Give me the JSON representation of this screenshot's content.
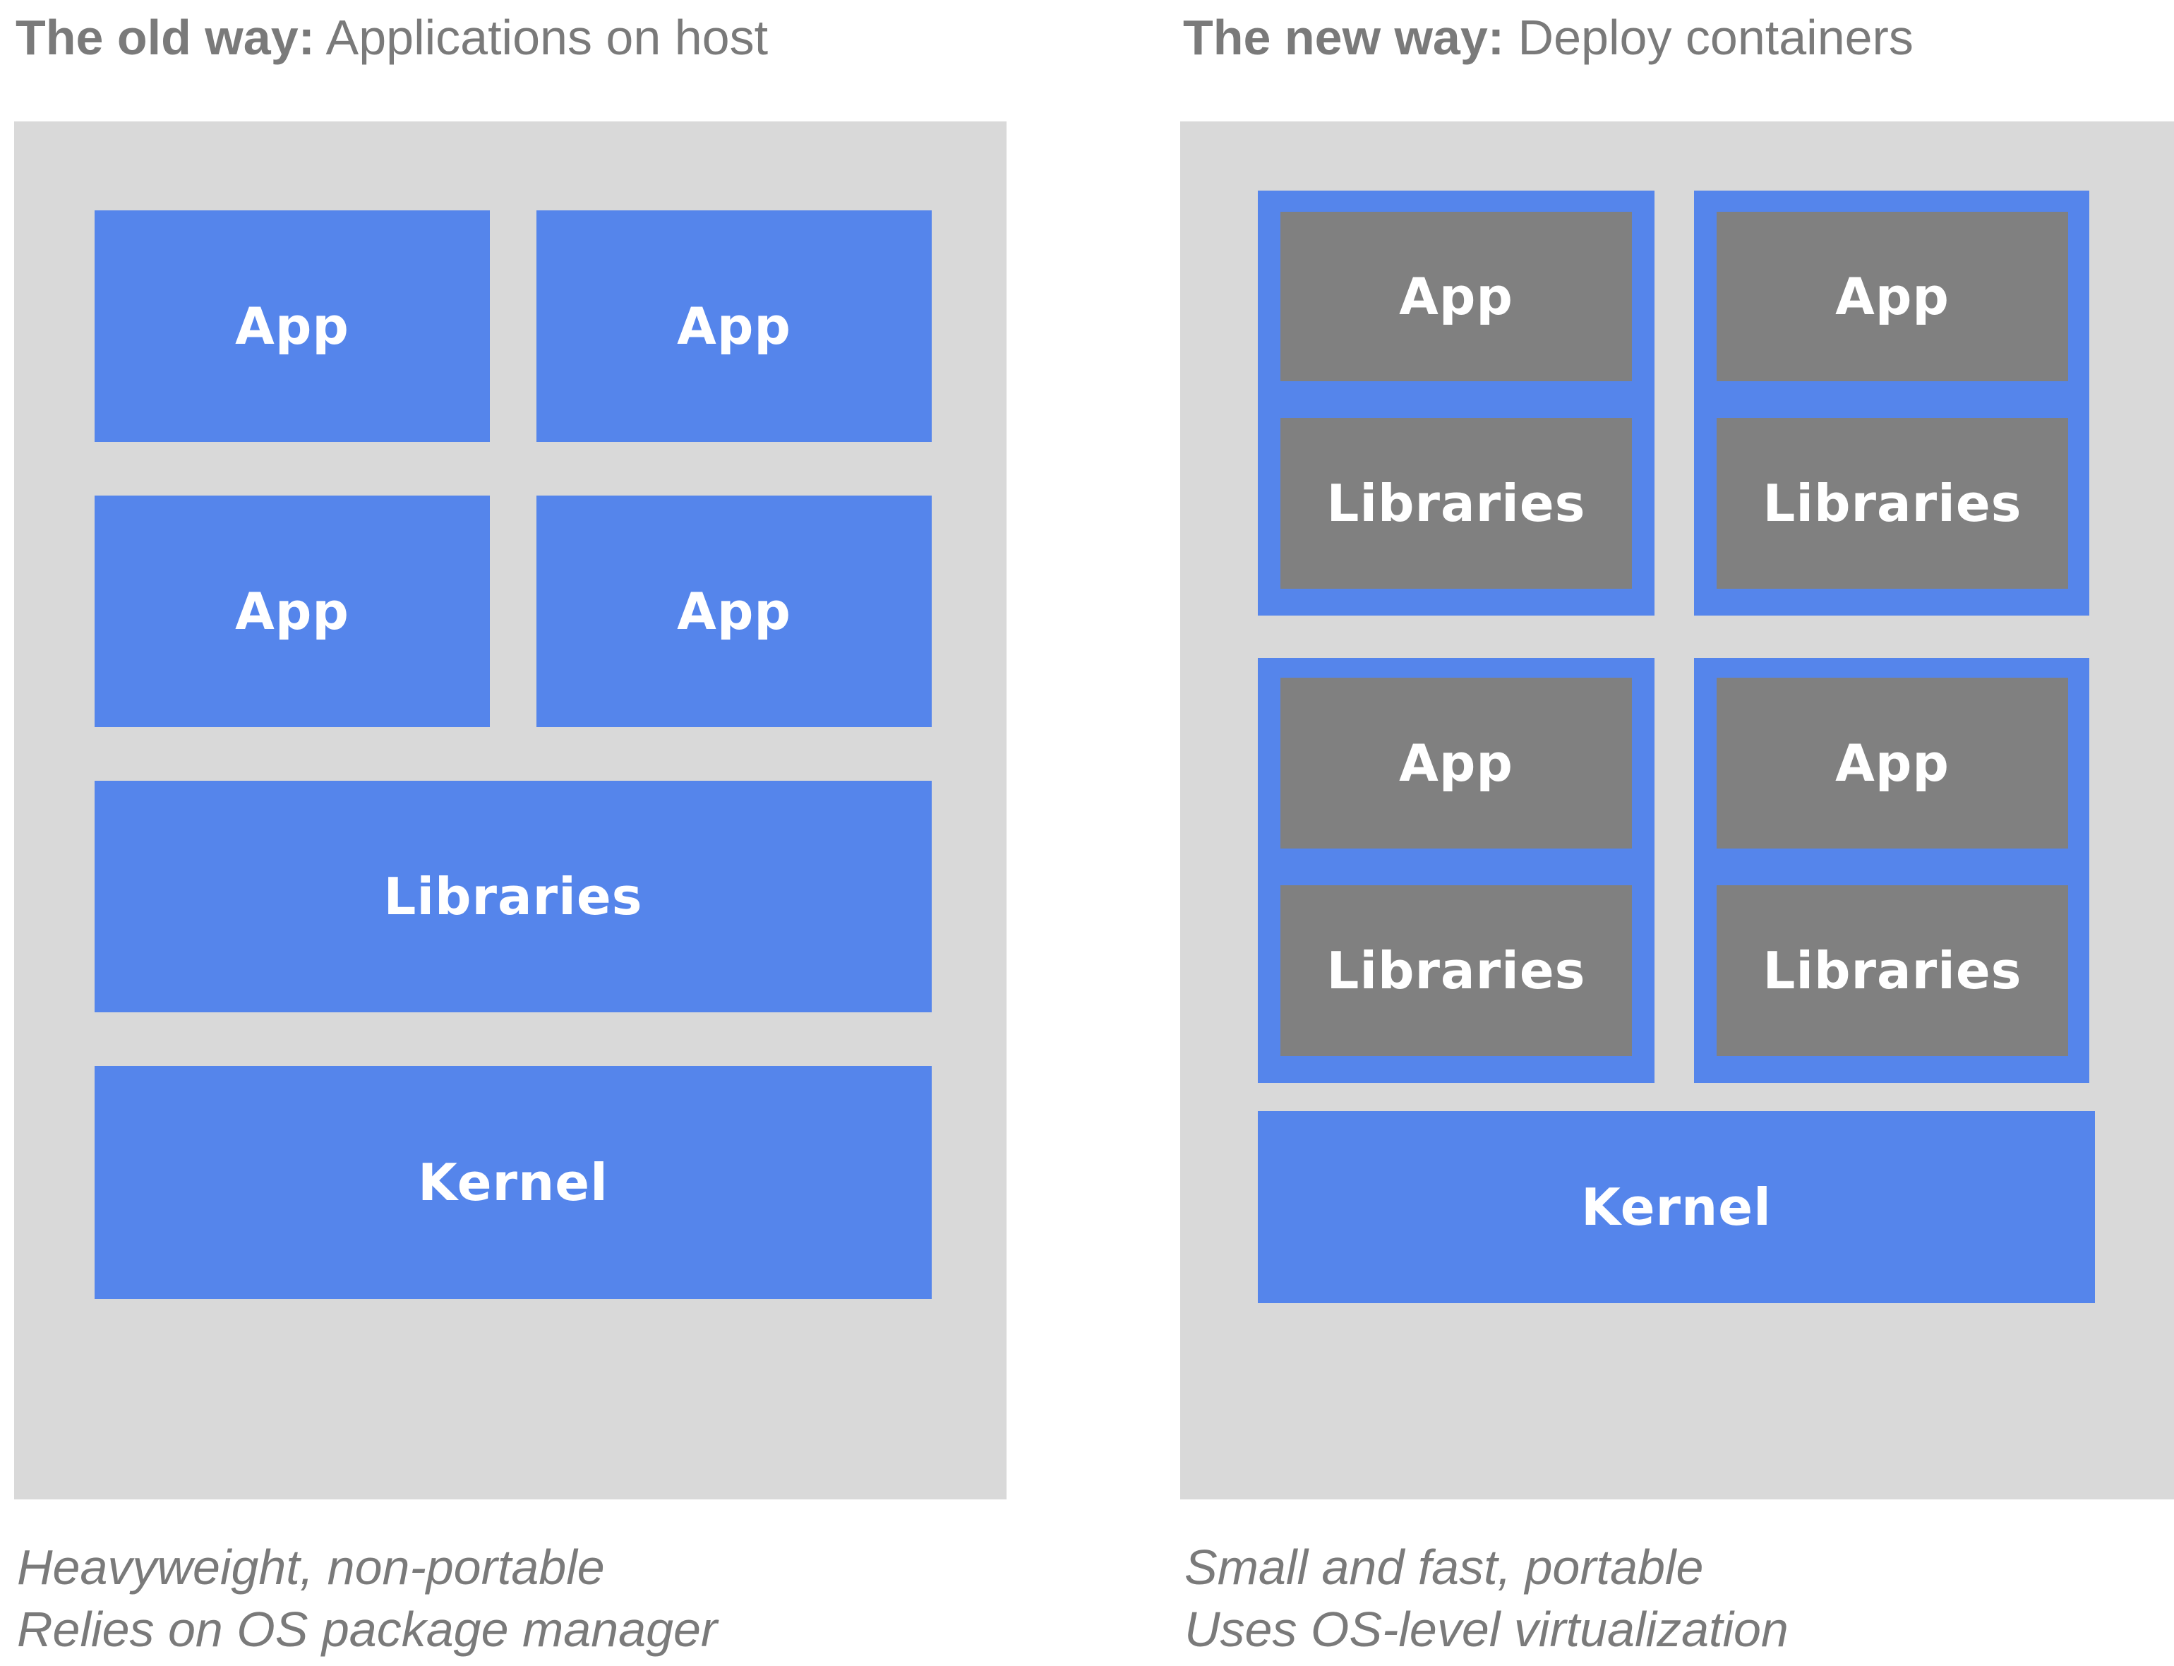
{
  "old_way": {
    "heading_bold": "The old way:",
    "heading_rest": " Applications on host",
    "apps": [
      "App",
      "App",
      "App",
      "App"
    ],
    "libraries": "Libraries",
    "kernel": "Kernel",
    "caption_line1": "Heavyweight, non-portable",
    "caption_line2": "Relies on OS package manager"
  },
  "new_way": {
    "heading_bold": "The new way:",
    "heading_rest": " Deploy containers",
    "containers": [
      {
        "app": "App",
        "libraries": "Libraries"
      },
      {
        "app": "App",
        "libraries": "Libraries"
      },
      {
        "app": "App",
        "libraries": "Libraries"
      },
      {
        "app": "App",
        "libraries": "Libraries"
      }
    ],
    "kernel": "Kernel",
    "caption_line1": "Small and fast, portable",
    "caption_line2": "Uses OS-level virtualization"
  },
  "colors": {
    "panel": "#d9d9d9",
    "blue": "#5585eb",
    "grey": "#808080",
    "text_grey": "#7a7a7a"
  }
}
